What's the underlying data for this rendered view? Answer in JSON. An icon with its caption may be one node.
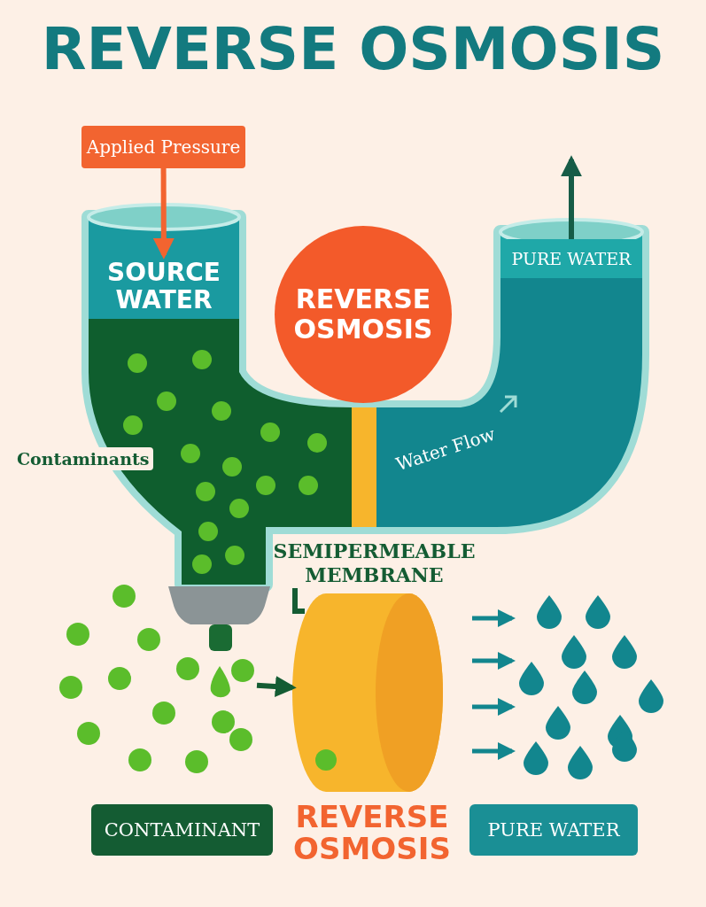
{
  "diagram": {
    "title": "REVERSE OSMOSIS",
    "nodes": [
      {
        "text": [
          "Applied Pressure"
        ]
      },
      {
        "text": [
          "SOURCE WATER"
        ]
      },
      {
        "text": [
          "REVERSE OSMOSIS"
        ]
      },
      {
        "text": [
          "PURE WATER"
        ]
      },
      {
        "text": [],
        "shape": "cylinder"
      },
      {
        "text": [
          "CONTAMINANT"
        ]
      },
      {
        "text": [
          "PURE WATER"
        ]
      },
      {
        "text": [
          "SEMIPERMEABLE MEMBRANE"
        ]
      },
      {
        "text": [],
        "shape": "picture"
      }
    ],
    "edges": [
      {
        "from": 0,
        "to": 1,
        "arrow": "to",
        "color": "#f26430"
      },
      {
        "from": 3,
        "to": null,
        "arrow": "to",
        "color": "#165c47"
      },
      {
        "from": 8,
        "to": 4,
        "arrow": "to",
        "color": "#145c33"
      },
      {
        "from": 7,
        "to": 4,
        "arrow": "none",
        "color": "#145c33"
      }
    ],
    "labels": [
      "Contaminants",
      "Water Flow",
      "REVERSE OSMOSIS"
    ]
  }
}
